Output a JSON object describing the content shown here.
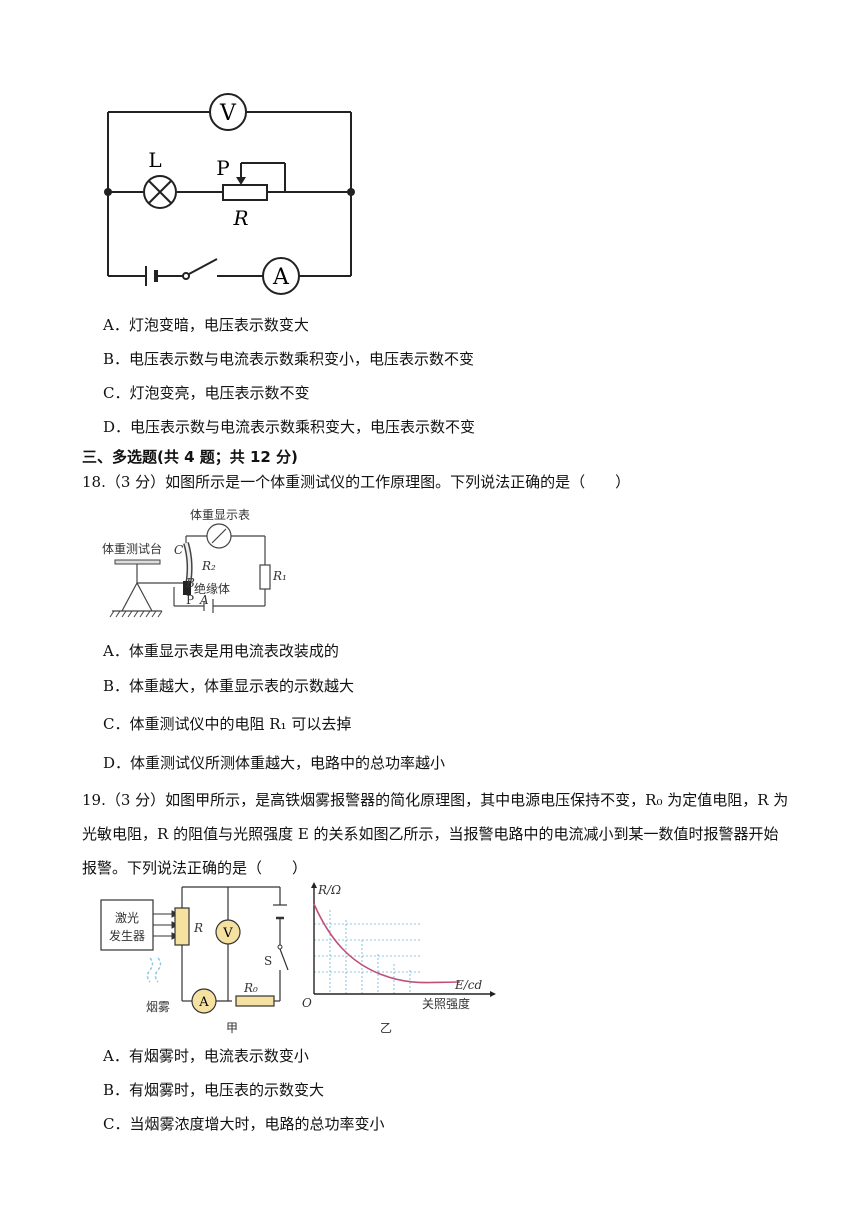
{
  "circuit1": {
    "voltmeter": "V",
    "ammeter": "A",
    "lamp": "L",
    "slider": "P",
    "resistor": "R"
  },
  "q17_options": [
    "A．灯泡变暗，电压表示数变大",
    "B．电压表示数与电流表示数乘积变小，电压表示数不变",
    "C．灯泡变亮，电压表示数不变",
    "D．电压表示数与电流表示数乘积变大，电压表示数不变"
  ],
  "section3": {
    "title": "三、多选题(共 4 题；共 12 分)"
  },
  "q18": {
    "stem": "18.（3 分）如图所示是一个体重测试仪的工作原理图。下列说法正确的是（　　）",
    "figure": {
      "meter": "体重显示表",
      "platform": "体重测试台",
      "insulator": "绝缘体",
      "c": "C",
      "b": "B",
      "a": "A",
      "p": "P",
      "r2": "R₂",
      "r1": "R₁"
    },
    "options": [
      "A．体重显示表是用电流表改装成的",
      "B．体重越大，体重显示表的示数越大",
      "C．体重测试仪中的电阻 R₁ 可以去掉",
      "D．体重测试仪所测体重越大，电路中的总功率越小"
    ]
  },
  "q19": {
    "stem_lines": [
      "19.（3 分）如图甲所示，是高铁烟雾报警器的简化原理图，其中电源电压保持不变，R₀ 为定值电阻，R 为",
      "光敏电阻，R 的阻值与光照强度 E 的关系如图乙所示，当报警电路中的电流减小到某一数值时报警器开始",
      "报警。下列说法正确的是（　　）"
    ],
    "figure": {
      "laser_line1": "激光",
      "laser_line2": "发生器",
      "smoke": "烟雾",
      "r": "R",
      "v": "V",
      "a": "A",
      "r0": "R₀",
      "s": "S",
      "jia": "甲",
      "yi": "乙",
      "y_axis": "R/Ω",
      "x_axis": "E/cd",
      "origin": "O",
      "x_caption": "关照强度"
    },
    "options": [
      "A．有烟雾时，电流表示数变小",
      "B．有烟雾时，电压表的示数变大",
      "C．当烟雾浓度增大时，电路的总功率变小"
    ]
  }
}
